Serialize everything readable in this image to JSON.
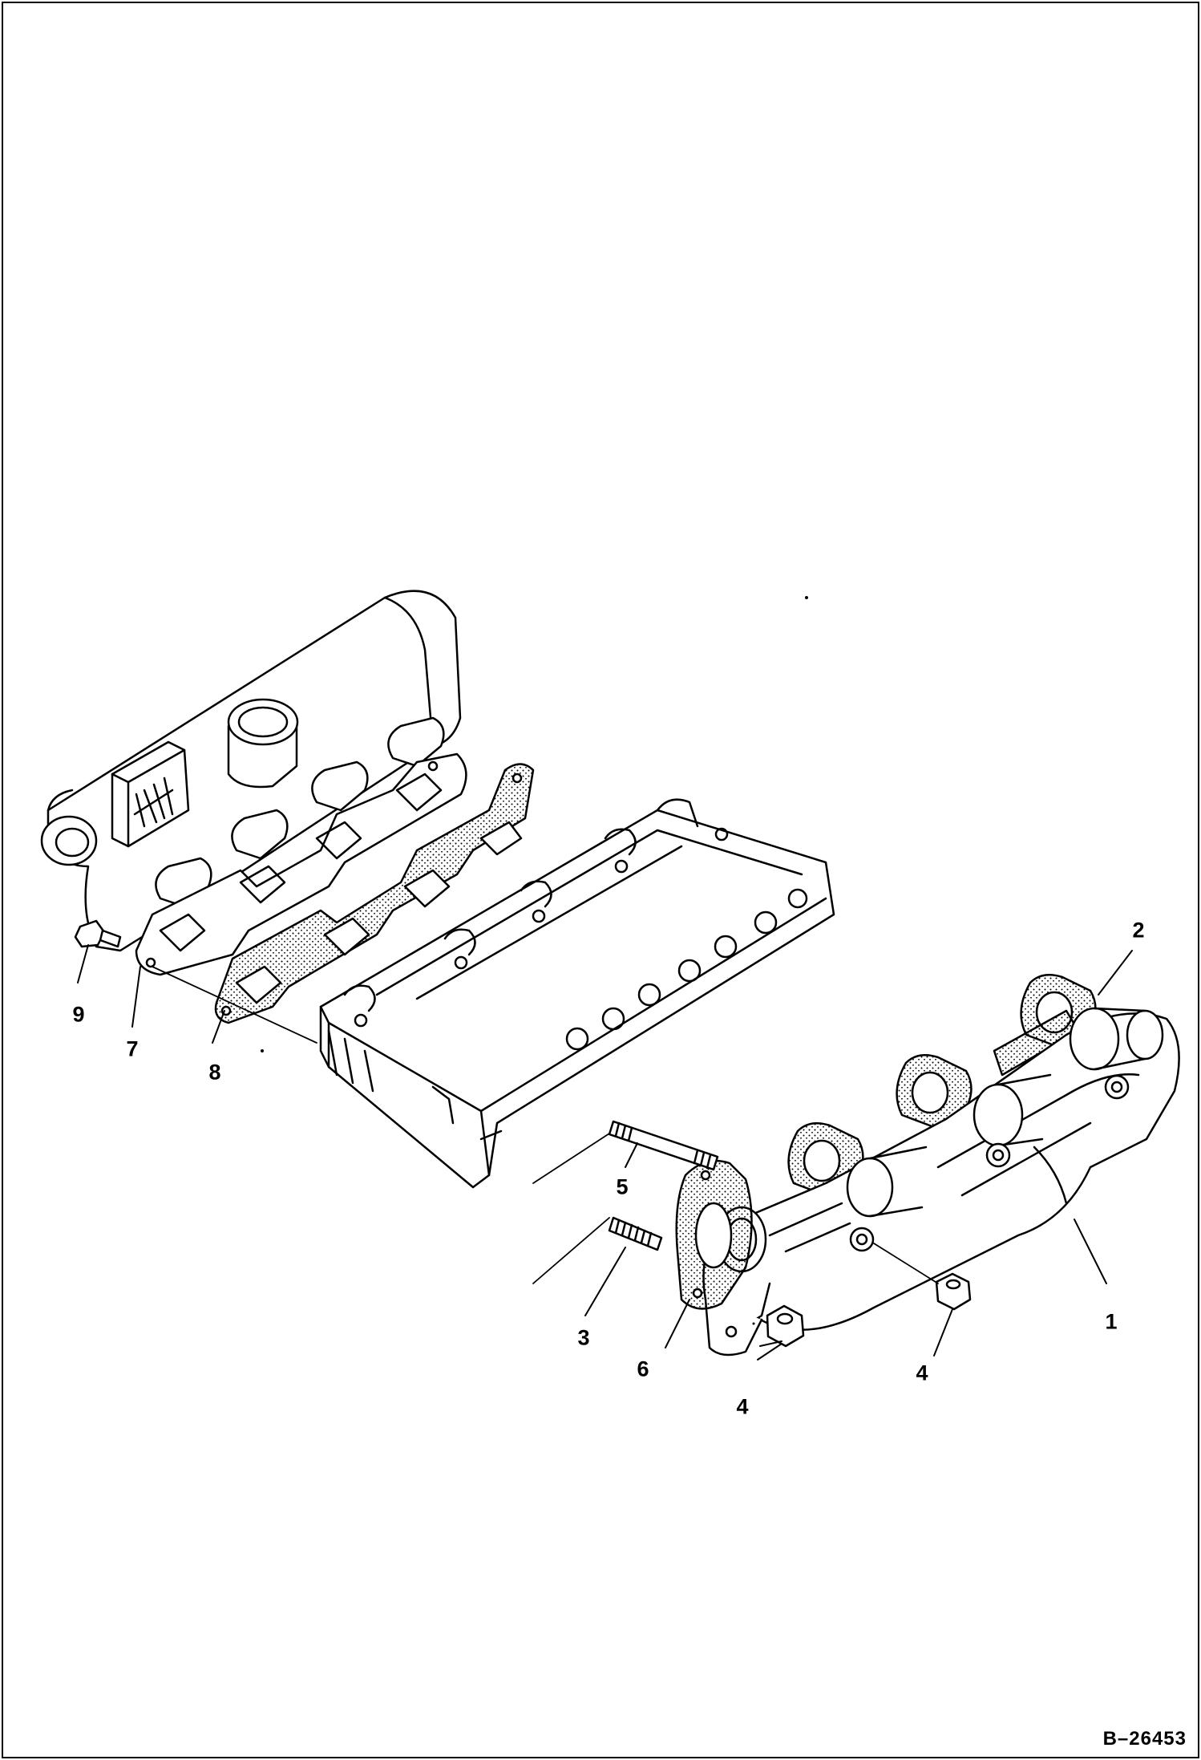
{
  "figure": {
    "id": "B–26453"
  },
  "callouts": [
    {
      "key": "1",
      "label": "1"
    },
    {
      "key": "2",
      "label": "2"
    },
    {
      "key": "3",
      "label": "3"
    },
    {
      "key": "4a",
      "label": "4"
    },
    {
      "key": "4b",
      "label": "4"
    },
    {
      "key": "5",
      "label": "5"
    },
    {
      "key": "6",
      "label": "6"
    },
    {
      "key": "7",
      "label": "7"
    },
    {
      "key": "8",
      "label": "8"
    },
    {
      "key": "9",
      "label": "9"
    }
  ],
  "colors": {
    "ink": "#000000",
    "paper": "#ffffff",
    "gasket_dots": "#000000"
  }
}
